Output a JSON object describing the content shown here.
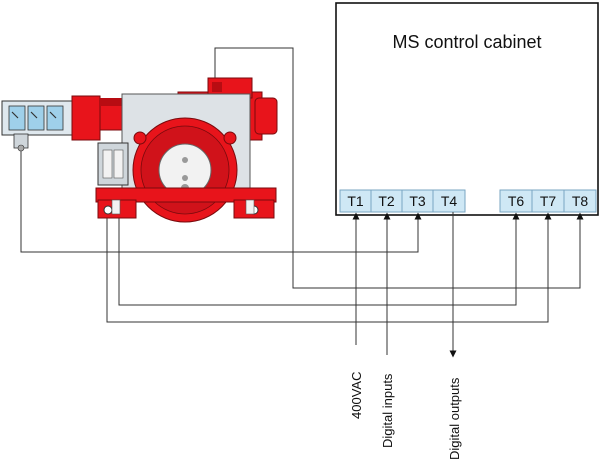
{
  "cabinet": {
    "title": "MS control cabinet",
    "terminals_left": [
      "T1",
      "T2",
      "T3",
      "T4"
    ],
    "terminals_right": [
      "T6",
      "T7",
      "T8"
    ]
  },
  "signals": {
    "power": "400VAC",
    "digital_in": "Digital inputs",
    "digital_out": "Digital outputs"
  },
  "colors": {
    "terminal_fill": "#cfe8f5",
    "machine_red": "#e8141b",
    "machine_dark_red": "#b80c12",
    "wire": "#333333"
  }
}
